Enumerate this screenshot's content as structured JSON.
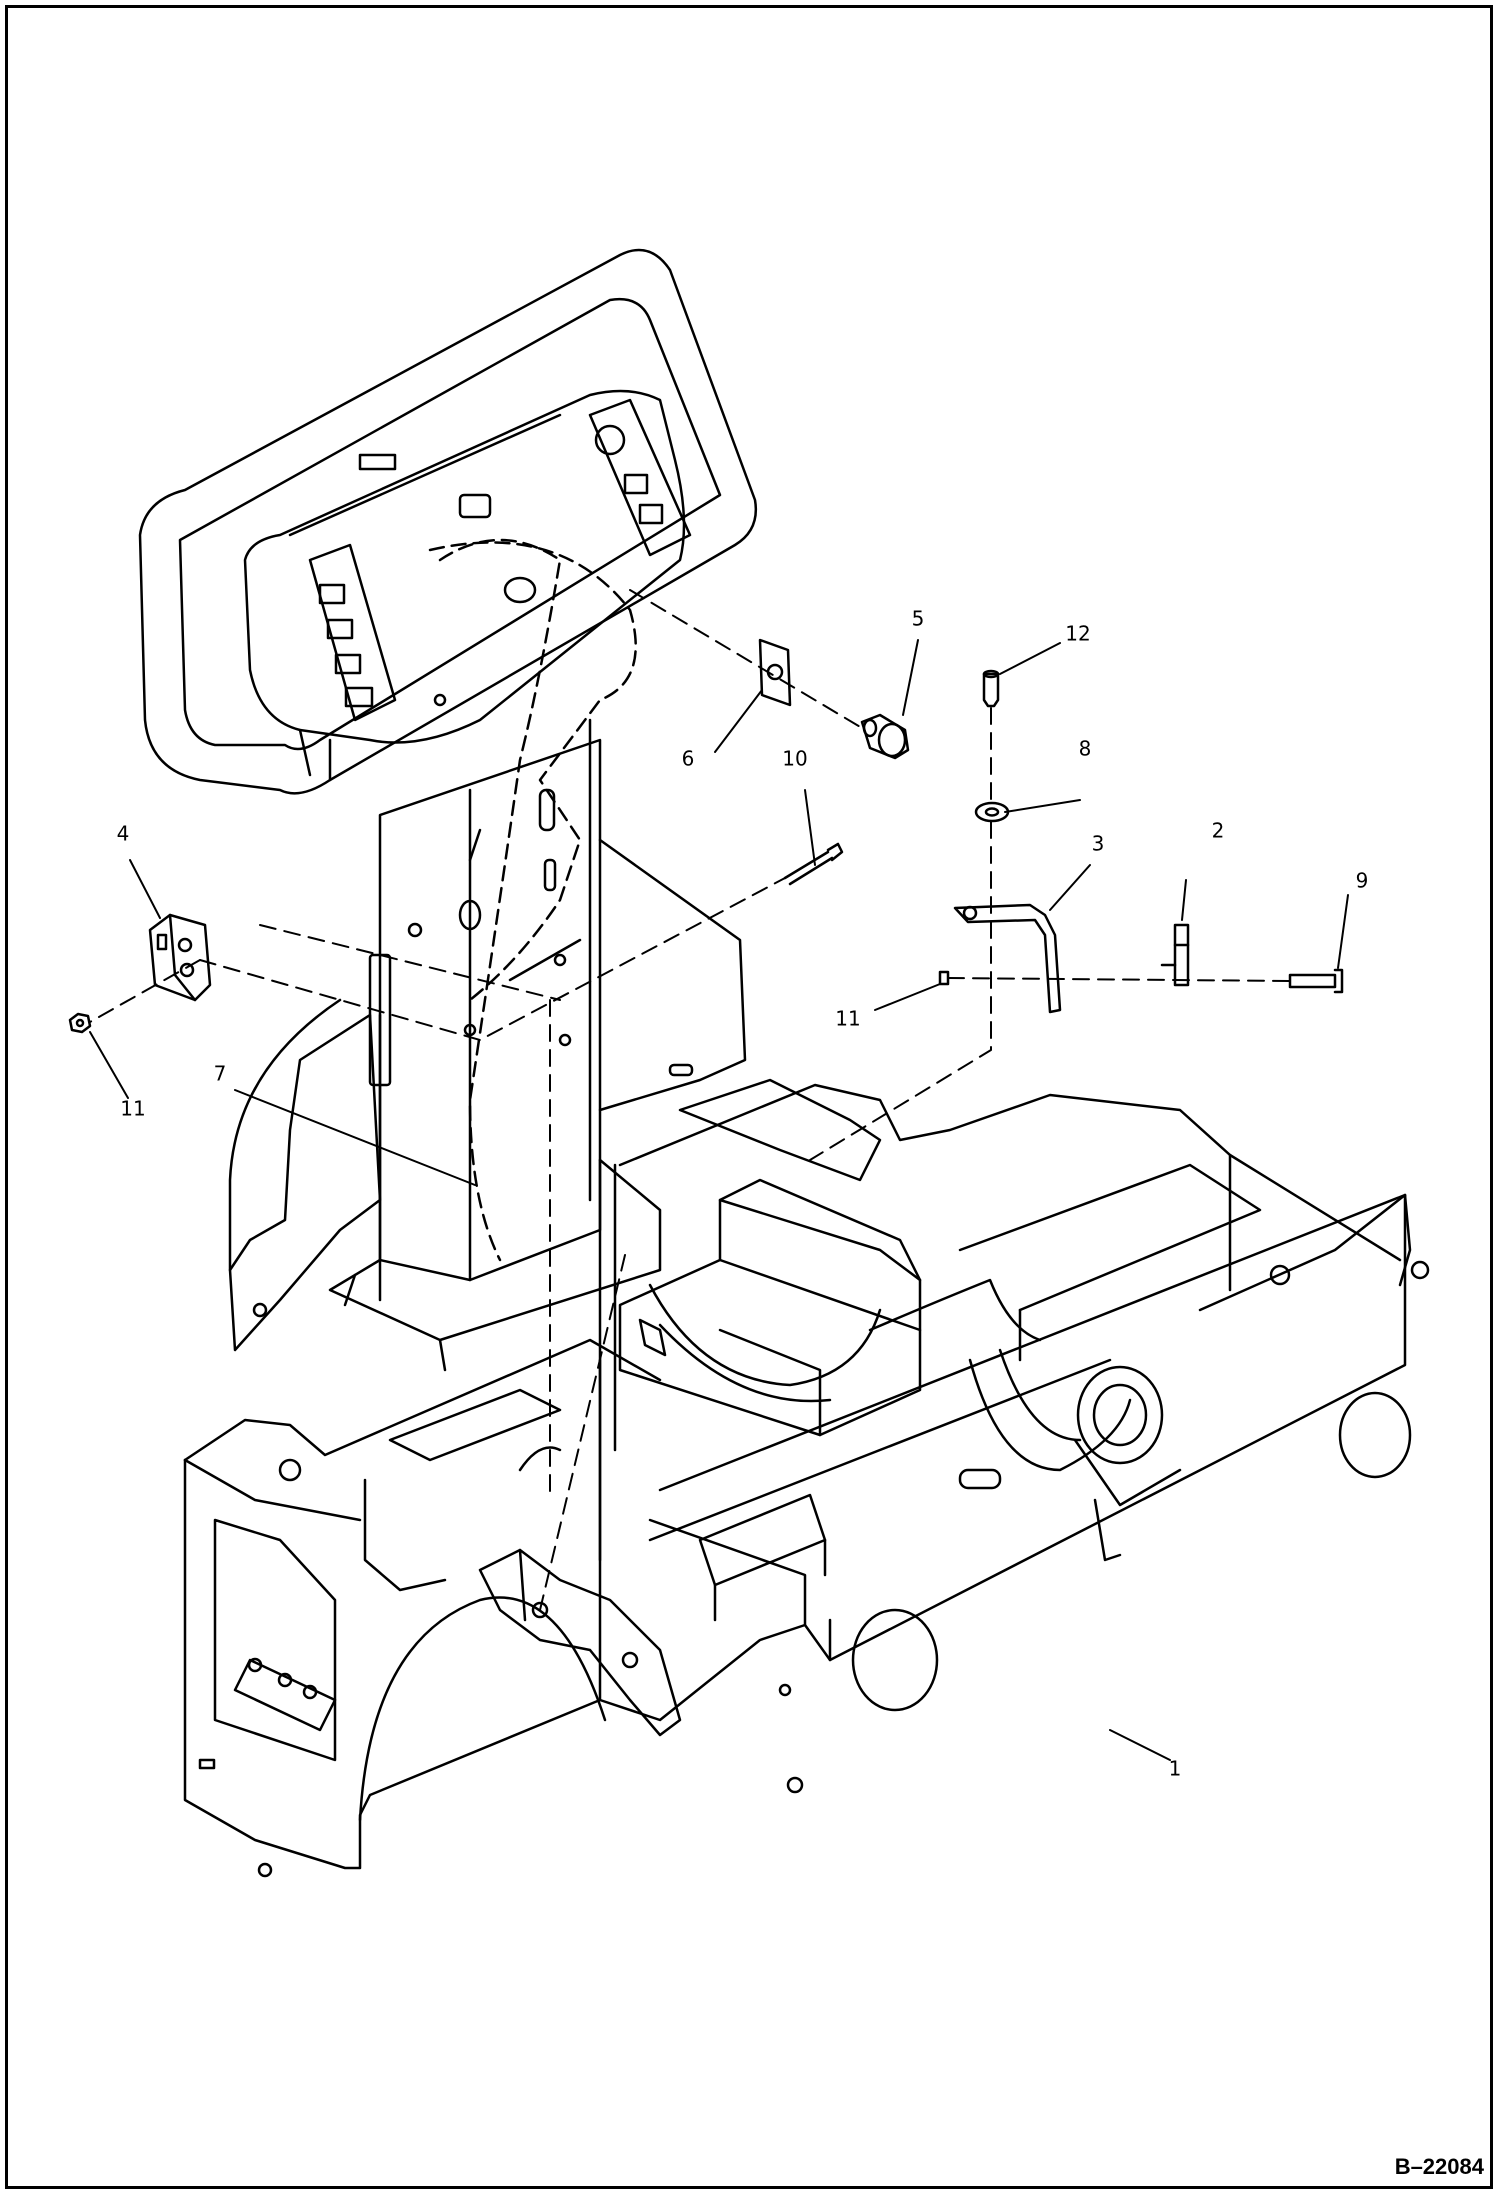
{
  "drawing_number": "B–22084",
  "callouts": [
    "1",
    "2",
    "3",
    "4",
    "5",
    "6",
    "7",
    "8",
    "9",
    "10",
    "11",
    "11",
    "12"
  ]
}
